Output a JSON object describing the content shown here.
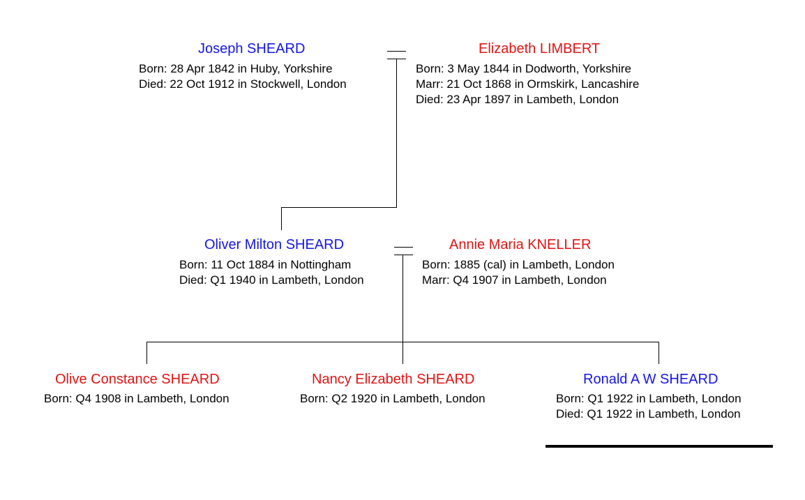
{
  "colors": {
    "male": "#1515e8",
    "female": "#e01414",
    "line": "#000000"
  },
  "people": {
    "joseph": {
      "name": "Joseph SHEARD",
      "lines": [
        "Born: 28 Apr 1842 in Huby, Yorkshire",
        "Died: 22 Oct 1912 in Stockwell, London"
      ]
    },
    "elizabeth": {
      "name": "Elizabeth LIMBERT",
      "lines": [
        "Born: 3 May 1844 in Dodworth, Yorkshire",
        "Marr: 21 Oct 1868 in Ormskirk, Lancashire",
        "Died: 23 Apr 1897 in Lambeth, London"
      ]
    },
    "oliver": {
      "name": "Oliver Milton SHEARD",
      "lines": [
        "Born: 11 Oct 1884 in Nottingham",
        "Died: Q1 1940 in Lambeth, London"
      ]
    },
    "annie": {
      "name": "Annie Maria KNELLER",
      "lines": [
        "Born: 1885 (cal) in Lambeth, London",
        "Marr: Q4 1907 in Lambeth, London"
      ]
    },
    "olive": {
      "name": "Olive Constance SHEARD",
      "lines": [
        "Born: Q4 1908 in Lambeth, London"
      ]
    },
    "nancy": {
      "name": "Nancy Elizabeth SHEARD",
      "lines": [
        "Born: Q2 1920 in Lambeth, London"
      ]
    },
    "ronald": {
      "name": "Ronald A W SHEARD",
      "lines": [
        "Born: Q1 1922 in Lambeth, London",
        "Died: Q1 1922 in Lambeth, London"
      ]
    }
  }
}
